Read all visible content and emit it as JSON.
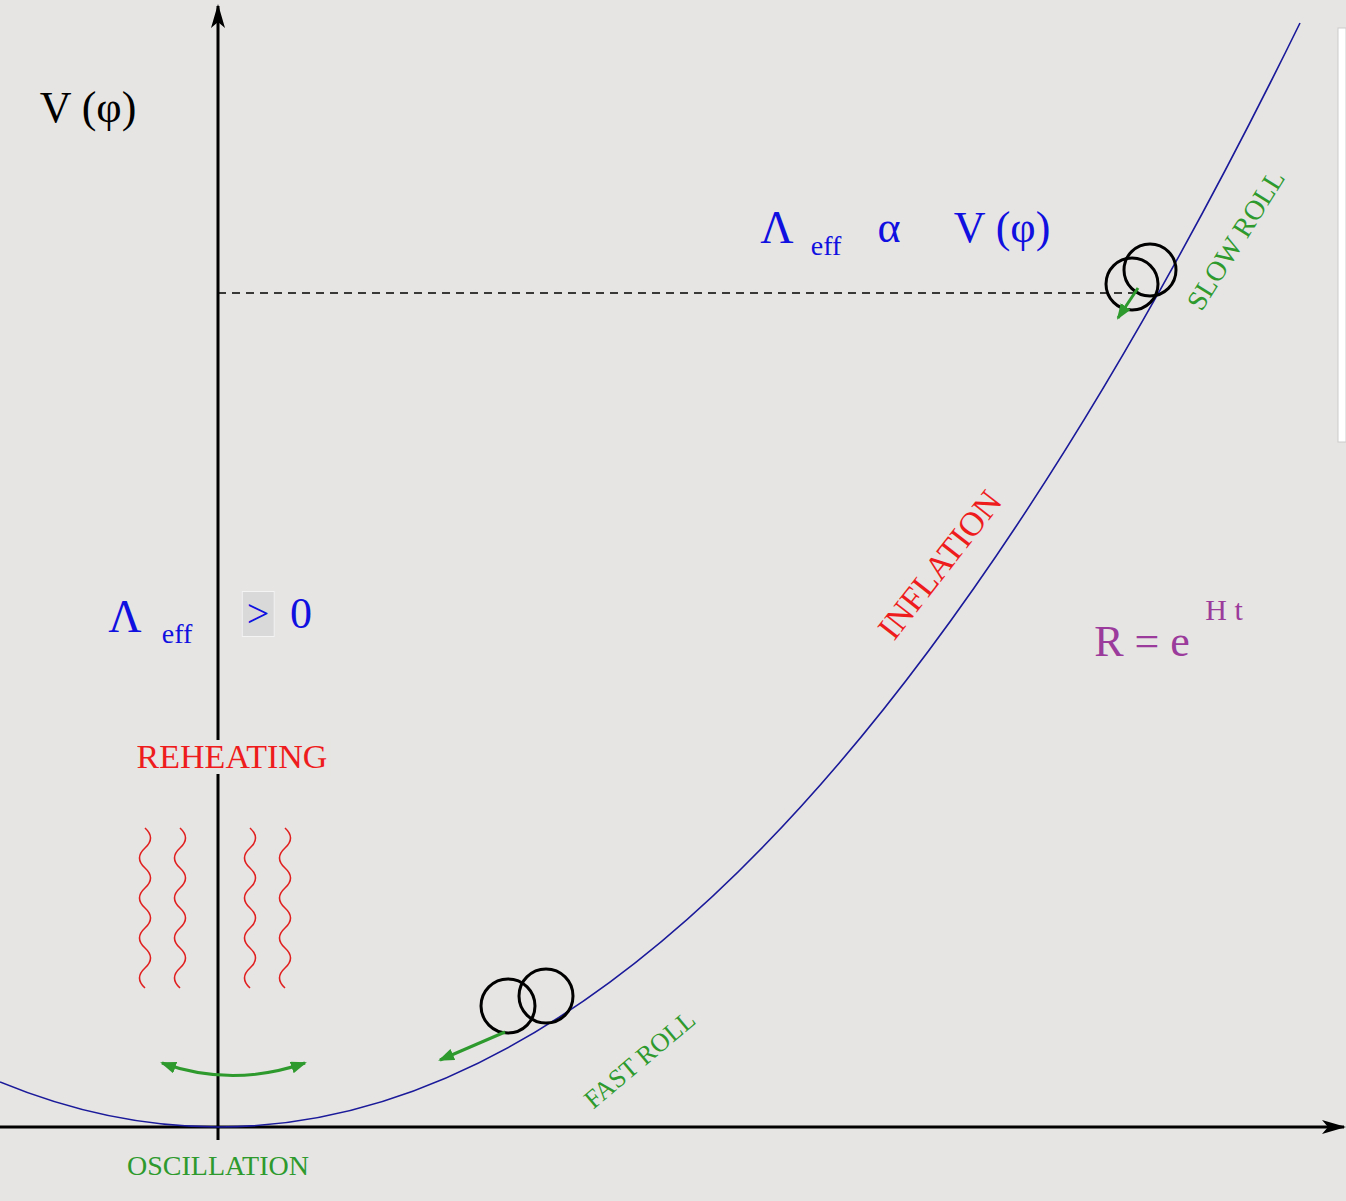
{
  "diagram": {
    "labels": [
      "V (φ)",
      "Λ",
      "eff",
      "α",
      "V (φ)",
      "SLOW ROLL",
      "INFLATION",
      "Λ",
      "eff",
      ">",
      "0",
      "R = e",
      "H t",
      "REHEATING",
      "FAST ROLL",
      "OSCILLATION"
    ]
  }
}
